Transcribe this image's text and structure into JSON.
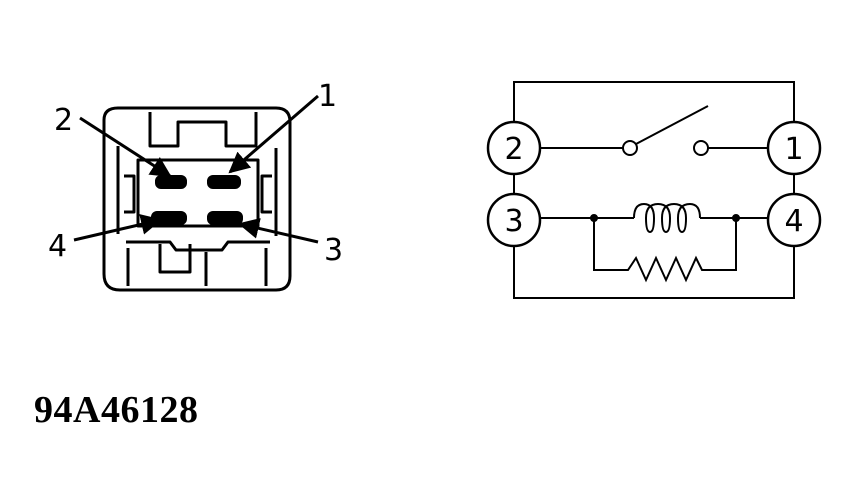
{
  "connector": {
    "pin_labels": [
      {
        "id": "c1",
        "text": "1"
      },
      {
        "id": "c2",
        "text": "2"
      },
      {
        "id": "c3",
        "text": "3"
      },
      {
        "id": "c4",
        "text": "4"
      }
    ]
  },
  "schematic": {
    "pin_labels": [
      {
        "id": "s1",
        "text": "1"
      },
      {
        "id": "s2",
        "text": "2"
      },
      {
        "id": "s3",
        "text": "3"
      },
      {
        "id": "s4",
        "text": "4"
      }
    ]
  },
  "figure_code": "94A46128",
  "colors": {
    "ink": "#000000",
    "paper": "#ffffff"
  }
}
